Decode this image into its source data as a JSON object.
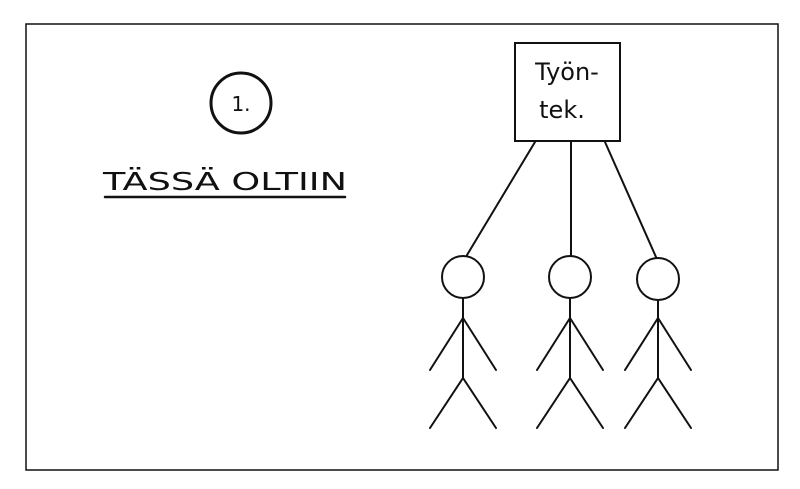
{
  "number_label": "1.",
  "title": "TÄSSÄ OLTIIN",
  "box": {
    "line1": "Työn-",
    "line2": "tek."
  },
  "colors": {
    "ink": "#111111",
    "paper": "#ffffff"
  },
  "figures_count": 3
}
